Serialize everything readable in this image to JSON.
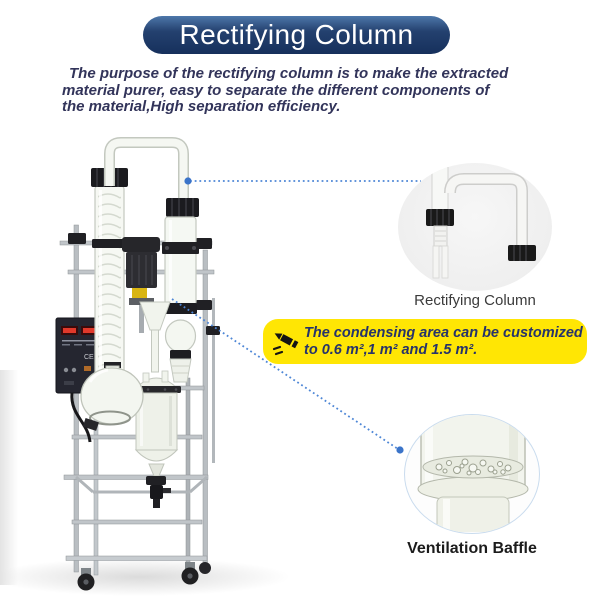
{
  "banner": {
    "title": "Rectifying Column",
    "bg_top": "#4d77aa",
    "bg_bottom": "#16305c",
    "text_color": "#ffffff"
  },
  "description": {
    "text_color": "#32345a",
    "lines": [
      "The purpose of the rectifying column is to make the extracted",
      "material purer, easy to separate the different components of",
      "the material,High separation efficiency."
    ]
  },
  "note": {
    "icon": "pencil-icon",
    "bg_color": "#ffe604",
    "text_color": "#26336b",
    "lines": [
      "The condensing area can be customized",
      "to 0.6 m²,1 m² and 1.5 m²."
    ]
  },
  "callouts": [
    {
      "label": "Rectifying Column"
    },
    {
      "label": "Ventilation Baffle"
    }
  ],
  "connector_color": "#4d86d6",
  "photo": {
    "alt": "Glass rectifying column reactor system on a stainless steel wheeled frame",
    "control_box_mark": "CE"
  }
}
